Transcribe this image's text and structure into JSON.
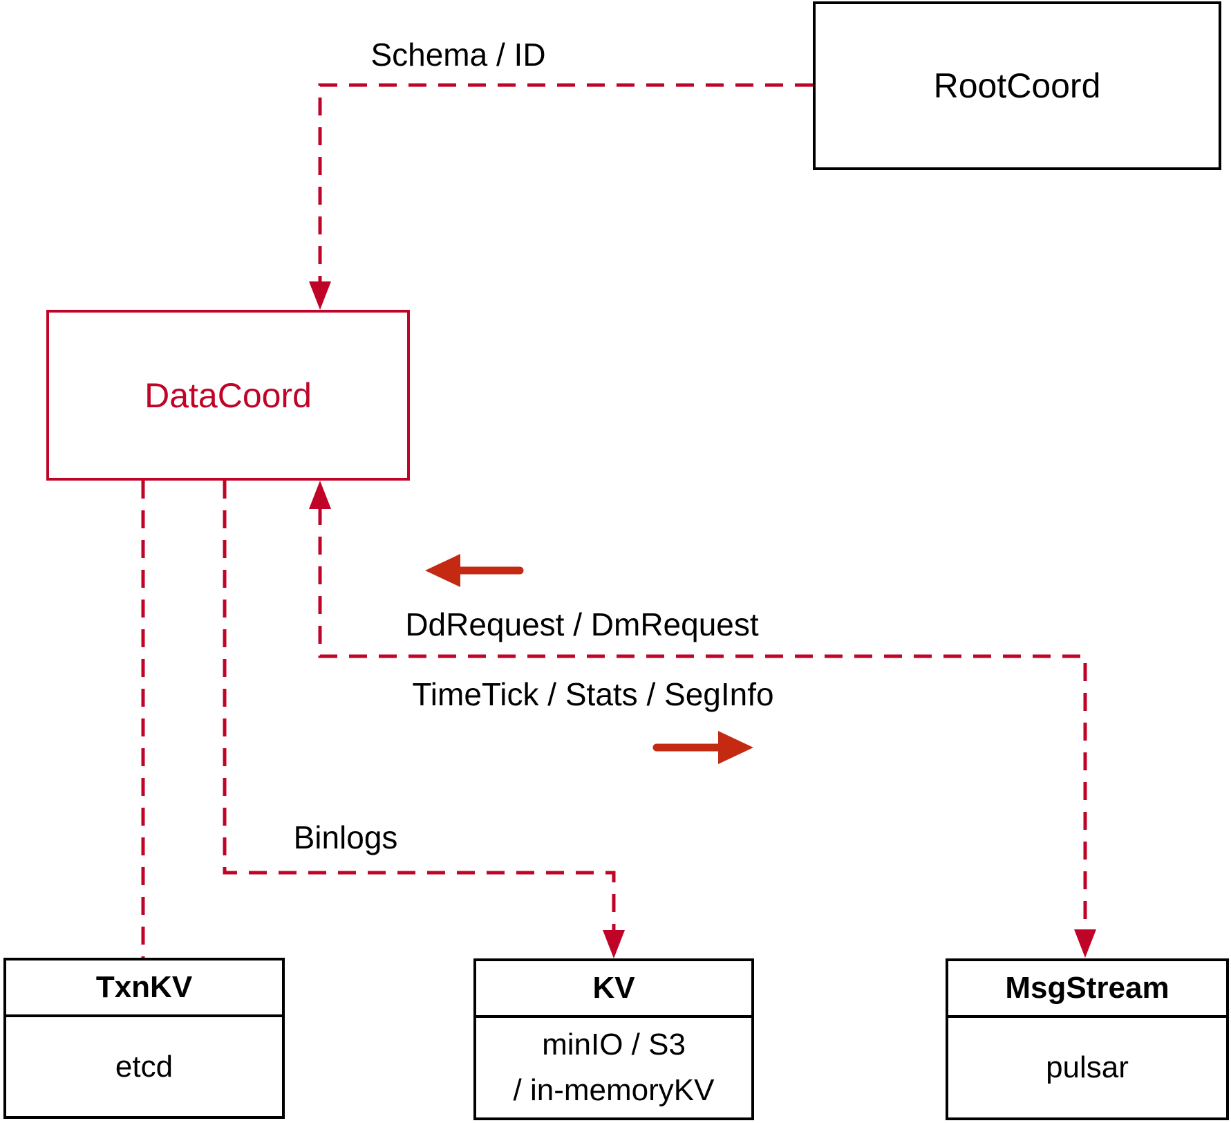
{
  "nodes": {
    "rootcoord": {
      "label": "RootCoord"
    },
    "datacoord": {
      "label": "DataCoord"
    },
    "txnkv": {
      "title": "TxnKV",
      "body": "etcd"
    },
    "kv": {
      "title": "KV",
      "body_line1": "minIO / S3",
      "body_line2": "/ in-memoryKV"
    },
    "msgstream": {
      "title": "MsgStream",
      "body": "pulsar"
    }
  },
  "edges": {
    "schema_id": {
      "label": "Schema / ID"
    },
    "dd_request": {
      "label": "DdRequest / DmRequest"
    },
    "time_tick": {
      "label": "TimeTick / Stats / SegInfo"
    },
    "binlogs": {
      "label": "Binlogs"
    }
  },
  "colors": {
    "connector": "#bf0427",
    "solid_arrow": "#c42a12",
    "node_border": "#000000",
    "text": "#000000",
    "background": "#ffffff"
  }
}
